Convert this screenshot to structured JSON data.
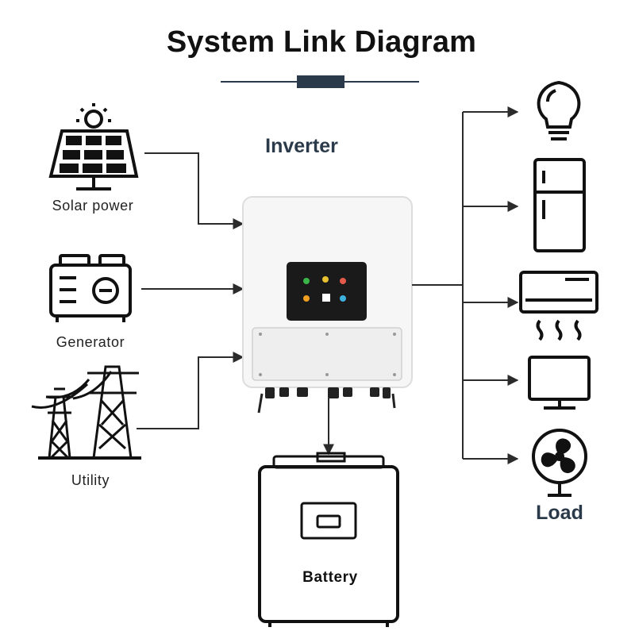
{
  "title": "System Link Diagram",
  "inverter": {
    "label": "Inverter"
  },
  "sources": [
    {
      "label": "Solar power",
      "icon": "solar-panel-icon"
    },
    {
      "label": "Generator",
      "icon": "generator-icon"
    },
    {
      "label": "Utility",
      "icon": "power-tower-icon"
    }
  ],
  "load": {
    "label": "Load",
    "items": [
      "light-bulb-icon",
      "refrigerator-icon",
      "air-conditioner-icon",
      "monitor-icon",
      "fan-icon"
    ]
  },
  "battery": {
    "label": "Battery",
    "icon": "battery-icon"
  },
  "colors": {
    "line": "#2b2b2b",
    "title_accent": "#2b3a4a",
    "inverter_body": "#f4f4f4",
    "screen": "#1a1a1a"
  }
}
